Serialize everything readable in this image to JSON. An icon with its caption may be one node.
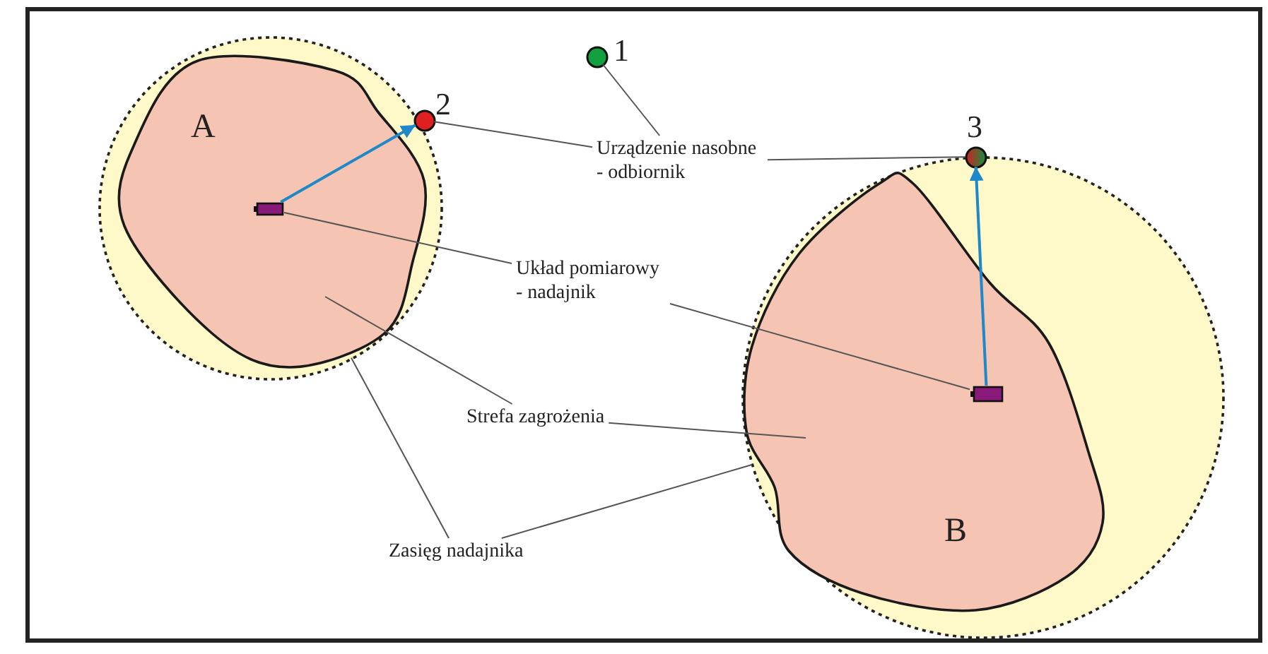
{
  "diagram": {
    "nodes": [
      {
        "text": [],
        "shape": "circle"
      },
      {
        "text": [
          "A"
        ],
        "in": 0
      },
      {
        "text": [],
        "shape": "box",
        "in": 1
      },
      {
        "text": [],
        "shape": "circle",
        "beside": [
          "2"
        ]
      },
      {
        "text": [],
        "shape": "circle",
        "beside": [
          "1"
        ]
      },
      {
        "text": [],
        "shape": "circle"
      },
      {
        "text": [
          "B"
        ],
        "in": 5
      },
      {
        "text": [],
        "shape": "box",
        "in": 6
      },
      {
        "text": [],
        "shape": "circle",
        "beside": [
          "3"
        ]
      },
      {
        "text": [
          "Urządzenie nasobne - odbiornik"
        ]
      },
      {
        "text": [
          "Układ pomiarowy - nadajnik"
        ]
      },
      {
        "text": [
          "Strefa zagrożenia"
        ]
      },
      {
        "text": [
          "Zasięg nadajnika"
        ]
      }
    ],
    "edges": [
      {
        "from": 2,
        "to": 3,
        "arrow": "to",
        "color": "#1e88c8"
      },
      {
        "from": 7,
        "to": 8,
        "arrow": "to",
        "color": "#1e88c8"
      },
      {
        "from": 9,
        "to": 4,
        "arrow": "none"
      },
      {
        "from": 9,
        "to": 3,
        "arrow": "none"
      },
      {
        "from": 9,
        "to": 8,
        "arrow": "none"
      },
      {
        "from": 10,
        "to": 2,
        "arrow": "none"
      },
      {
        "from": 10,
        "to": 7,
        "arrow": "none"
      },
      {
        "from": 11,
        "to": 1,
        "arrow": "none"
      },
      {
        "from": 11,
        "to": 6,
        "arrow": "none"
      },
      {
        "from": 12,
        "to": 0,
        "arrow": "none"
      },
      {
        "from": 12,
        "to": 5,
        "arrow": "none"
      }
    ]
  }
}
